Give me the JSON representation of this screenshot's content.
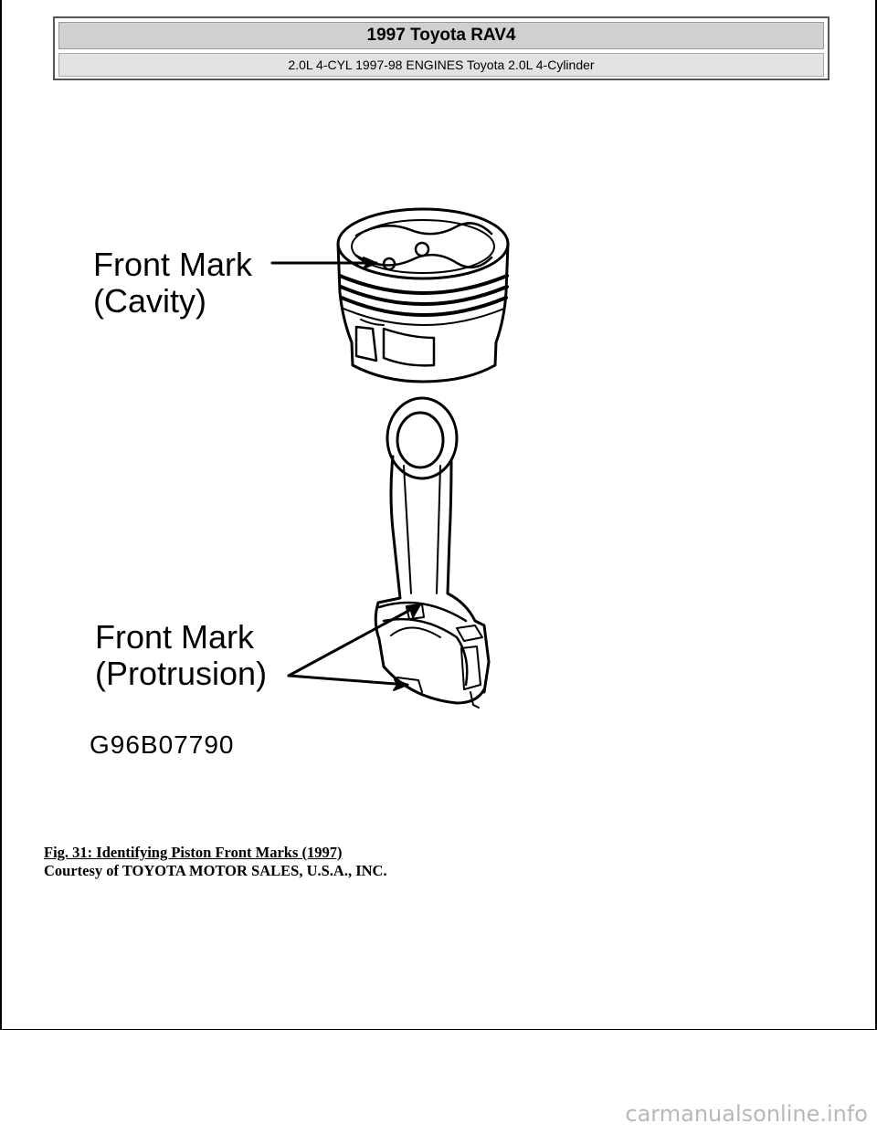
{
  "header": {
    "title": "1997 Toyota RAV4",
    "subtitle": "2.0L 4-CYL 1997-98 ENGINES Toyota 2.0L 4-Cylinder"
  },
  "figure": {
    "piston_label_line1": "Front Mark",
    "piston_label_line2": "(Cavity)",
    "rod_label_line1": "Front Mark",
    "rod_label_line2": "(Protrusion)",
    "code": "G96B07790"
  },
  "caption": {
    "title": "Fig. 31: Identifying Piston Front Marks (1997)",
    "credit": "Courtesy of TOYOTA MOTOR SALES, U.S.A., INC."
  },
  "watermark": "carmanualsonline.info"
}
